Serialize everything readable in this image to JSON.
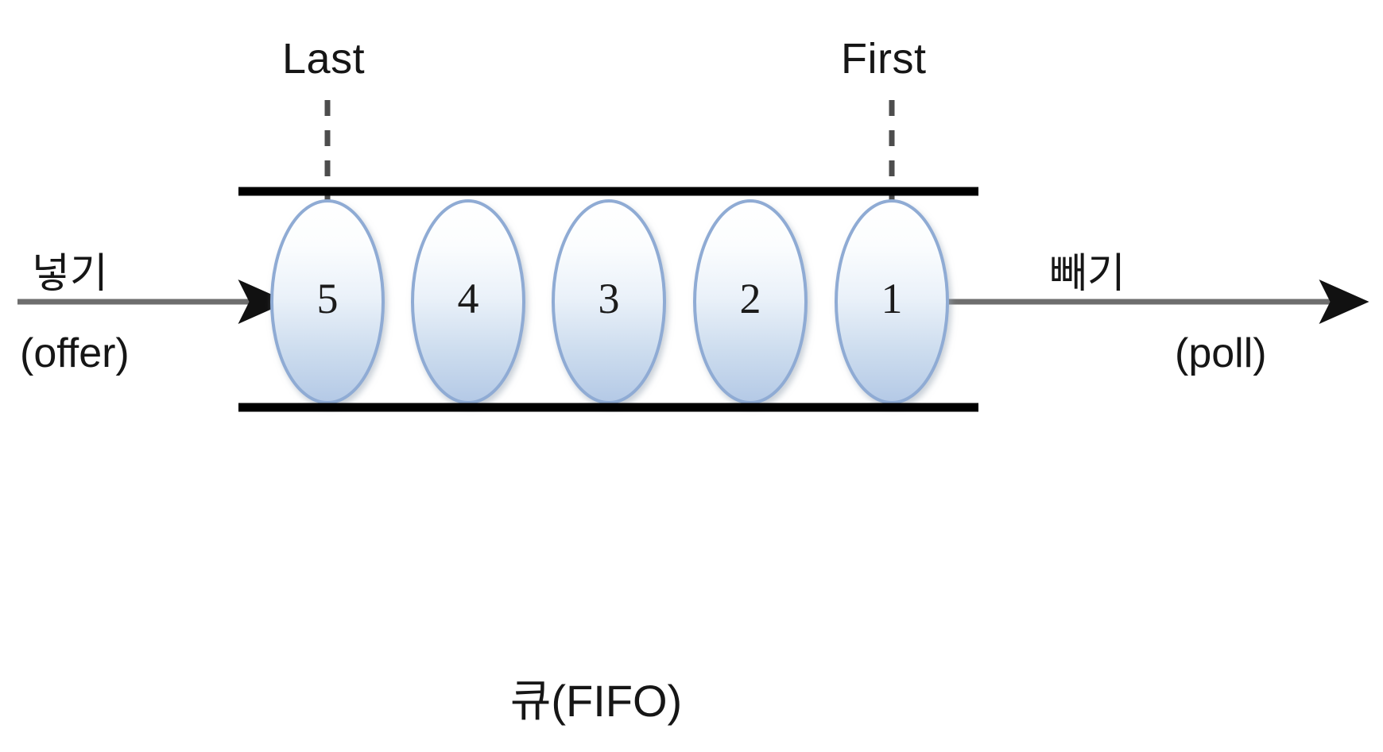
{
  "diagram": {
    "title": "큐(FIFO)",
    "type": "queue-fifo",
    "markers": {
      "last": "Last",
      "first": "First"
    },
    "input": {
      "label_korean": "넣기",
      "label_english": "(offer)",
      "arrow": "arrow-right-into-queue"
    },
    "output": {
      "label_korean": "빼기",
      "label_english": "(poll)",
      "arrow": "arrow-right-out-of-queue"
    },
    "elements": [
      {
        "value": "5",
        "position": "last"
      },
      {
        "value": "4",
        "position": "middle"
      },
      {
        "value": "3",
        "position": "middle"
      },
      {
        "value": "2",
        "position": "middle"
      },
      {
        "value": "1",
        "position": "first"
      }
    ],
    "colors": {
      "rail": "#000000",
      "ellipse_stroke": "#8fabd4",
      "ellipse_fill_top": "#fdfefe",
      "ellipse_fill_bottom": "#b6cbe6",
      "arrow": "#6e6e6e",
      "arrow_head": "#111111",
      "dashed_guide": "#595959",
      "text": "#161616",
      "background": "#ffffff"
    }
  }
}
